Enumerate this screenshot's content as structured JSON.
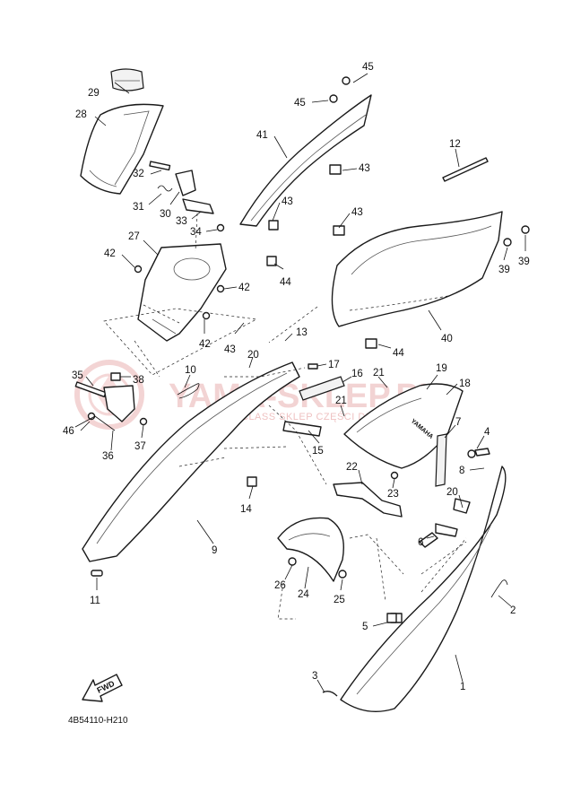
{
  "diagram": {
    "code": "4B54110-H210",
    "fwd_label": "FWD",
    "panel_brand": "YAMAHA"
  },
  "watermark": {
    "title": "YAMA-SKLEP.PL",
    "subtitle": "WORLD CLASS SKLEP CZĘŚCI DEALER YAMAHA",
    "color": "#e8a0a0"
  },
  "callouts": [
    {
      "n": "1"
    },
    {
      "n": "2"
    },
    {
      "n": "3"
    },
    {
      "n": "4"
    },
    {
      "n": "5"
    },
    {
      "n": "6"
    },
    {
      "n": "7"
    },
    {
      "n": "8"
    },
    {
      "n": "9"
    },
    {
      "n": "10"
    },
    {
      "n": "11"
    },
    {
      "n": "12"
    },
    {
      "n": "13"
    },
    {
      "n": "14"
    },
    {
      "n": "15"
    },
    {
      "n": "16"
    },
    {
      "n": "17"
    },
    {
      "n": "18"
    },
    {
      "n": "19"
    },
    {
      "n": "20"
    },
    {
      "n": "20"
    },
    {
      "n": "21"
    },
    {
      "n": "21"
    },
    {
      "n": "22"
    },
    {
      "n": "23"
    },
    {
      "n": "24"
    },
    {
      "n": "25"
    },
    {
      "n": "26"
    },
    {
      "n": "27"
    },
    {
      "n": "28"
    },
    {
      "n": "29"
    },
    {
      "n": "30"
    },
    {
      "n": "31"
    },
    {
      "n": "32"
    },
    {
      "n": "33"
    },
    {
      "n": "34"
    },
    {
      "n": "35"
    },
    {
      "n": "36"
    },
    {
      "n": "37"
    },
    {
      "n": "38"
    },
    {
      "n": "39"
    },
    {
      "n": "39"
    },
    {
      "n": "40"
    },
    {
      "n": "41"
    },
    {
      "n": "42"
    },
    {
      "n": "42"
    },
    {
      "n": "42"
    },
    {
      "n": "43"
    },
    {
      "n": "43"
    },
    {
      "n": "43"
    },
    {
      "n": "43"
    },
    {
      "n": "44"
    },
    {
      "n": "44"
    },
    {
      "n": "45"
    },
    {
      "n": "45"
    },
    {
      "n": "46"
    }
  ]
}
